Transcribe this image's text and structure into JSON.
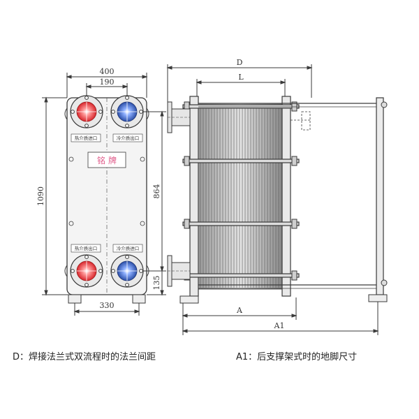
{
  "front_view": {
    "dim_width": "400",
    "dim_port_spacing": "190",
    "dim_height": "1090",
    "dim_port_vertical": "864",
    "dim_bottom_offset": "135",
    "dim_foot_width": "330",
    "label_hot_in": "热介质进口",
    "label_cold_out": "冷介质出口",
    "label_hot_out": "热介质出口",
    "label_cold_in": "冷介质进口",
    "nameplate": "铭牌"
  },
  "side_view": {
    "dim_D": "D",
    "dim_L": "L",
    "dim_A": "A",
    "dim_A1": "A1"
  },
  "captions": {
    "left": "D：焊接法兰式双流程时的法兰间距",
    "right": "A1：后支撑架式时的地脚尺寸"
  },
  "colors": {
    "hot_port": "#d8262c",
    "cold_port": "#2b4fa8",
    "line": "#3a3a3a"
  }
}
